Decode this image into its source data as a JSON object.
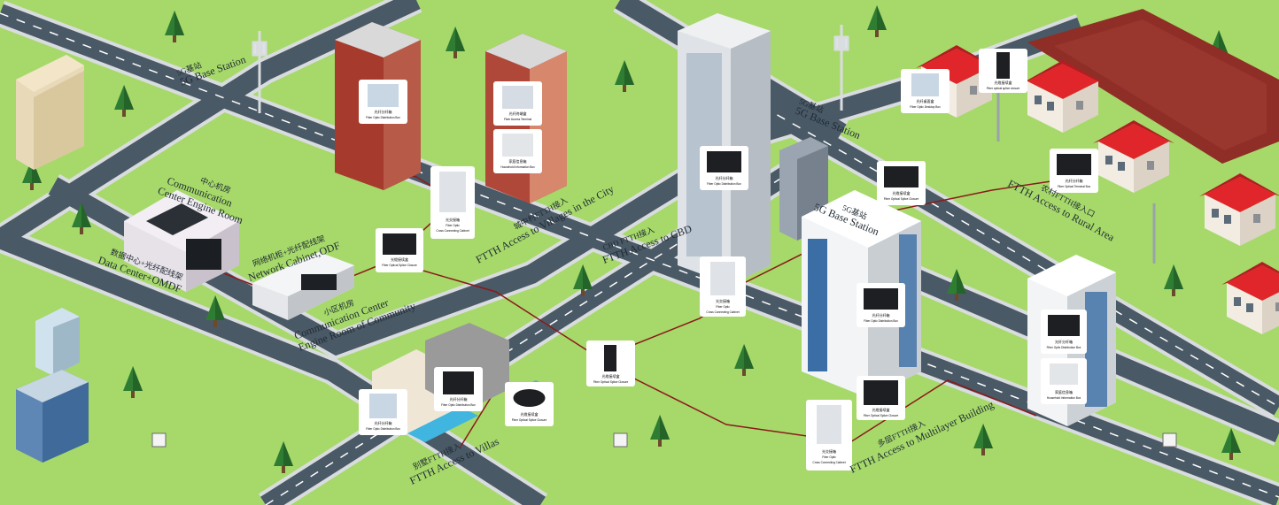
{
  "colors": {
    "grass": "#a6d96a",
    "road": "#4a5966",
    "sidewalk": "#d9dcdf",
    "brick": "#a63a2c",
    "roof_red": "#c7312b",
    "fiber_line": "#8b1a1a",
    "label_text": "#1f2a33"
  },
  "labels": {
    "base5g_1": {
      "cn": "5G基站",
      "en": "5G Base Station"
    },
    "base5g_2": {
      "cn": "5G基站",
      "en": "5G Base Station"
    },
    "base5g_3": {
      "cn": "5G基站",
      "en": "5G Base Station"
    },
    "comm_center": {
      "cn": "中心机房",
      "en1": "Communication",
      "en2": "Center Engine Room"
    },
    "odf": {
      "cn": "网络机柜+光纤配线架",
      "en": "Network Cabinet,ODF"
    },
    "datacenter": {
      "cn": "数据中心+光纤配线架",
      "en": "Data Center+OMDF"
    },
    "community": {
      "cn": "小区机房",
      "en1": "Communication Center",
      "en2": "Engine Room of Community"
    },
    "villages": {
      "cn": "城中村FTTH接入",
      "en": "FTTH Access to Villages in the City"
    },
    "cbd": {
      "cn": "CBD FTTH接入",
      "en": "FTTH Access to CBD"
    },
    "rural": {
      "cn": "农村FTTH接入口",
      "en": "FTTH Access to Rural Area"
    },
    "villas": {
      "cn": "别墅FTTH接入",
      "en": "FTTH Access to Villas"
    },
    "multilayer": {
      "cn": "多层FTTH接入",
      "en": "FTTH Access to Multilayer Building"
    }
  },
  "cards": {
    "c1": {
      "cn": "光纤分纤箱",
      "en": "Fiber Optic Distribution Box"
    },
    "c2": {
      "cn": "光纤终端盒",
      "en": "Fiber Access Terminal"
    },
    "c3": {
      "cn": "家庭信息箱",
      "en": "Household Information Box"
    },
    "c4": {
      "cn": "光交接箱",
      "en1": "Fiber Optic",
      "en2": "Cross Connecting Cabinet"
    },
    "c5": {
      "cn": "光缆接续盒",
      "en": "Fiber Optical Splice Closure"
    },
    "c6": {
      "cn": "光纤分纤箱",
      "en": "Fiber Optic Distribution Box"
    },
    "c7": {
      "cn": "光交接箱",
      "en1": "Fiber Optic",
      "en2": "Cross Connecting Cabinet"
    },
    "c8": {
      "cn": "光缆接续盒",
      "en": "Fiber Optical Splice Closure"
    },
    "c9": {
      "cn": "光纤分纤箱",
      "en": "Fiber Optic Distribution Box"
    },
    "c10": {
      "cn": "光缆接续盒",
      "en": "Fiber Optical Splice Closure"
    },
    "c11": {
      "cn": "光缆接续盒",
      "en": "Fiber Optical Splice Closure"
    },
    "c12": {
      "cn": "光交接箱",
      "en1": "Fiber Optic",
      "en2": "Cross Connecting Cabinet"
    },
    "c13": {
      "cn": "光纤桌面盒",
      "en": "Fiber Optic Desktop Box"
    },
    "c14": {
      "cn": "光缆接续盒",
      "en": "Fiber optical splice closure"
    },
    "c15": {
      "cn": "光缆接续盒",
      "en": "Fiber Optical Splice Closure"
    },
    "c16": {
      "cn": "光纤分纤箱",
      "en": "Fiber Optical Terminal Box"
    },
    "c17": {
      "cn": "光纤分纤箱",
      "en": "Fiber Optic Distribution Box"
    },
    "c18": {
      "cn": "光纤分纤箱",
      "en": "Fiber Optic Distribution Box"
    },
    "c19": {
      "cn": "家庭信息箱",
      "en": "Household Information Box"
    }
  }
}
